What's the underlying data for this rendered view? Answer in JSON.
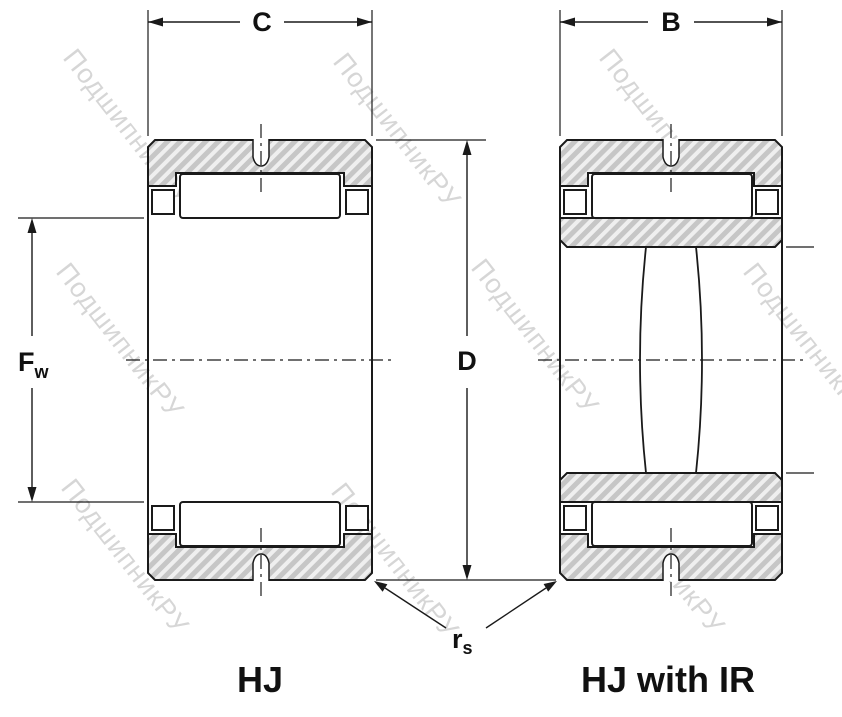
{
  "watermark": {
    "text": "ПодшипникРУ",
    "color": "#c9c9c9"
  },
  "colors": {
    "line": "#1a1a1a",
    "hatch_bg": "#efefef",
    "hatch_stripe": "#c6c6c6"
  },
  "dimensions": {
    "width_left": "C",
    "width_right": "B",
    "outer_diameter": "D",
    "raceway_main": "F",
    "raceway_sub": "w",
    "chamfer_main": "r",
    "chamfer_sub": "s"
  },
  "figures": {
    "left_label": "HJ",
    "right_label": "HJ with IR"
  }
}
